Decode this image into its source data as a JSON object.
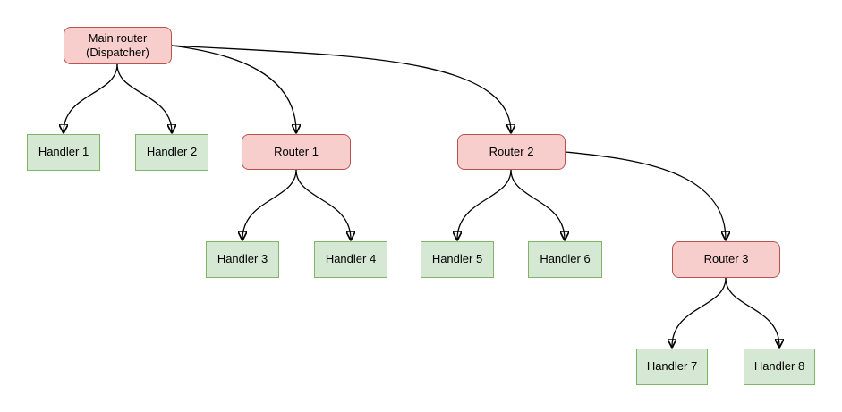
{
  "diagram": {
    "nodes": {
      "main": {
        "label": "Main router\n(Dispatcher)",
        "type": "router"
      },
      "router1": {
        "label": "Router 1",
        "type": "router"
      },
      "router2": {
        "label": "Router 2",
        "type": "router"
      },
      "router3": {
        "label": "Router 3",
        "type": "router"
      },
      "handler1": {
        "label": "Handler 1",
        "type": "handler"
      },
      "handler2": {
        "label": "Handler 2",
        "type": "handler"
      },
      "handler3": {
        "label": "Handler 3",
        "type": "handler"
      },
      "handler4": {
        "label": "Handler 4",
        "type": "handler"
      },
      "handler5": {
        "label": "Handler 5",
        "type": "handler"
      },
      "handler6": {
        "label": "Handler 6",
        "type": "handler"
      },
      "handler7": {
        "label": "Handler 7",
        "type": "handler"
      },
      "handler8": {
        "label": "Handler 8",
        "type": "handler"
      }
    },
    "edges": [
      {
        "from": "main",
        "to": "handler1"
      },
      {
        "from": "main",
        "to": "handler2"
      },
      {
        "from": "main",
        "to": "router1"
      },
      {
        "from": "main",
        "to": "router2"
      },
      {
        "from": "router1",
        "to": "handler3"
      },
      {
        "from": "router1",
        "to": "handler4"
      },
      {
        "from": "router2",
        "to": "handler5"
      },
      {
        "from": "router2",
        "to": "handler6"
      },
      {
        "from": "router2",
        "to": "router3"
      },
      {
        "from": "router3",
        "to": "handler7"
      },
      {
        "from": "router3",
        "to": "handler8"
      }
    ],
    "colors": {
      "router_fill": "#f8cecc",
      "router_border": "#b85450",
      "handler_fill": "#d5e8d4",
      "handler_border": "#82b366",
      "edge": "#000000",
      "background": "#ffffff"
    }
  }
}
